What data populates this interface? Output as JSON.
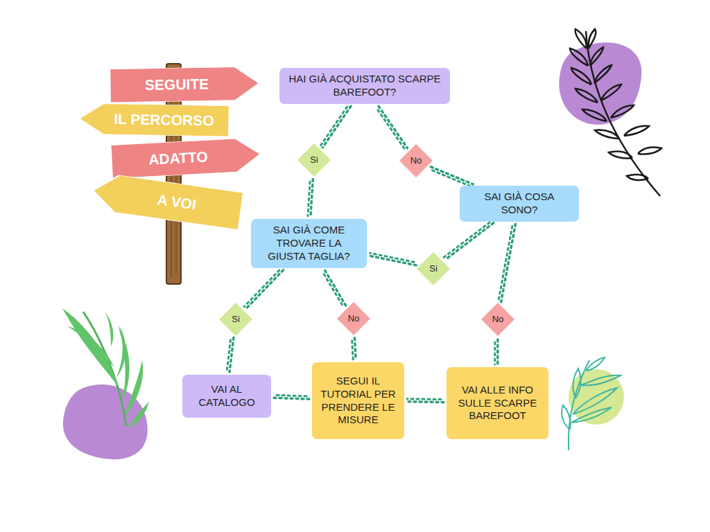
{
  "diagram": {
    "nodes": [
      {
        "text": [
          "SEGUITE"
        ]
      },
      {
        "text": [
          "IL PERCORSO"
        ]
      },
      {
        "text": [
          "ADATTO"
        ]
      },
      {
        "text": [
          "A VOI"
        ]
      },
      {
        "text": [
          "HAI GIÀ ACQUISTATO SCARPE BAREFOOT?"
        ]
      },
      {
        "text": [
          "Si"
        ]
      },
      {
        "text": [
          "No"
        ]
      },
      {
        "text": [
          "SAI GIÀ COSA SONO?"
        ]
      },
      {
        "text": [
          "SAI GIÀ COME TROVARE LA GIUSTA TAGLIA?"
        ]
      },
      {
        "text": [
          "Si"
        ]
      },
      {
        "text": [
          "Si"
        ]
      },
      {
        "text": [
          "No"
        ]
      },
      {
        "text": [
          "No"
        ]
      },
      {
        "text": [
          "VAI AL CATALOGO"
        ]
      },
      {
        "text": [
          "SEGUI IL TUTORIAL PER PRENDERE LE MISURE"
        ]
      },
      {
        "text": [
          "VAI ALLE INFO SULLE SCARPE BAREFOOT"
        ]
      }
    ],
    "edges": [
      {
        "from": 4,
        "to": 5,
        "arrow": "none"
      },
      {
        "from": 5,
        "to": 8,
        "arrow": "none"
      },
      {
        "from": 4,
        "to": 6,
        "arrow": "none"
      },
      {
        "from": 6,
        "to": 7,
        "arrow": "none"
      },
      {
        "from": 7,
        "to": 9,
        "arrow": "none"
      },
      {
        "from": 9,
        "to": 8,
        "arrow": "none"
      },
      {
        "from": 8,
        "to": 10,
        "arrow": "none"
      },
      {
        "from": 10,
        "to": 13,
        "arrow": "none"
      },
      {
        "from": 8,
        "to": 11,
        "arrow": "none"
      },
      {
        "from": 11,
        "to": 14,
        "arrow": "none"
      },
      {
        "from": 7,
        "to": 12,
        "arrow": "none"
      },
      {
        "from": 12,
        "to": 15,
        "arrow": "none"
      },
      {
        "from": 15,
        "to": 14,
        "arrow": "none"
      },
      {
        "from": 14,
        "to": 13,
        "arrow": "none"
      }
    ]
  }
}
